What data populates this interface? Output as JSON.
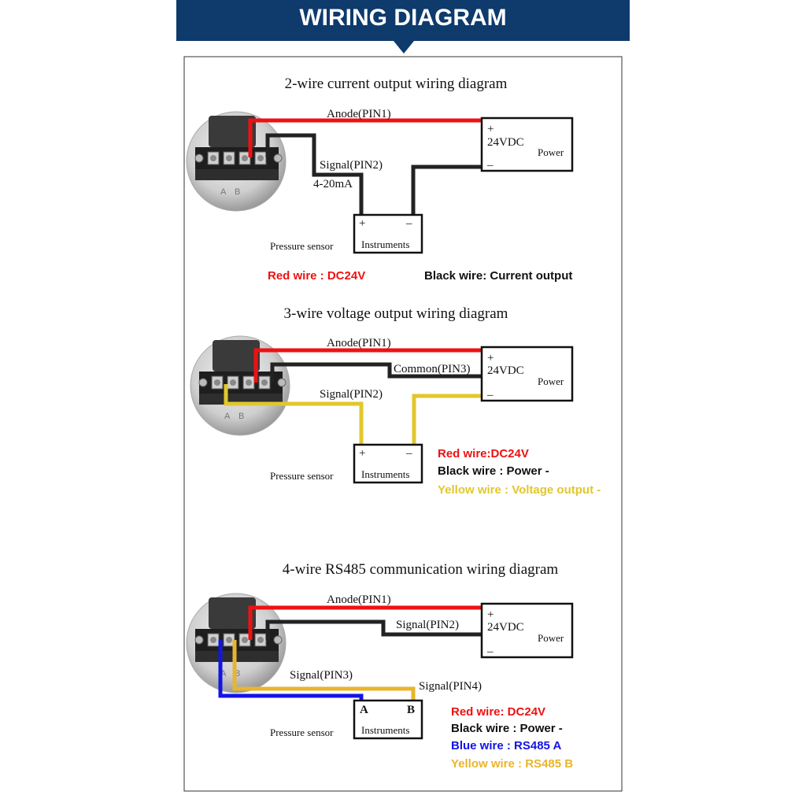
{
  "header": {
    "title": "WIRING DIAGRAM"
  },
  "colors": {
    "navy": "#0e3a6c",
    "red": "#ee1111",
    "black": "#222222",
    "yellow": "#e2c72c",
    "yellow2": "#e9b52e",
    "blue": "#1414e6"
  },
  "sensor_labels": [
    "A",
    "B"
  ],
  "sections": [
    {
      "title": "2-wire current output wiring diagram",
      "anode": "Anode(PIN1)",
      "signal": "Signal(PIN2)",
      "current": "4-20mA",
      "sensor": "Pressure sensor",
      "power": {
        "plus": "+",
        "voltage": "24VDC",
        "label": "Power",
        "minus": "–"
      },
      "instrument": {
        "left": "+",
        "right": "–",
        "label": "Instruments"
      },
      "legend": [
        "Red wire : DC24V",
        "Black wire: Current output"
      ]
    },
    {
      "title": "3-wire voltage output wiring diagram",
      "anode": "Anode(PIN1)",
      "common": "Common(PIN3)",
      "signal": "Signal(PIN2)",
      "sensor": "Pressure sensor",
      "power": {
        "plus": "+",
        "voltage": "24VDC",
        "label": "Power",
        "minus": "–"
      },
      "instrument": {
        "left": "+",
        "right": "–",
        "label": "Instruments"
      },
      "legend": [
        "Red wire:DC24V",
        "Black wire : Power -",
        "Yellow wire : Voltage output -"
      ]
    },
    {
      "title": "4-wire RS485 communication wiring diagram",
      "anode": "Anode(PIN1)",
      "signal2": "Signal(PIN2)",
      "signal3": "Signal(PIN3)",
      "signal4": "Signal(PIN4)",
      "sensor": "Pressure sensor",
      "power": {
        "plus": "+",
        "voltage": "24VDC",
        "label": "Power",
        "minus": "–"
      },
      "instrument": {
        "left": "A",
        "right": "B",
        "label": "Instruments"
      },
      "legend": [
        "Red wire: DC24V",
        "Black wire : Power -",
        "Blue wire : RS485 A",
        "Yellow wire : RS485 B"
      ]
    }
  ]
}
